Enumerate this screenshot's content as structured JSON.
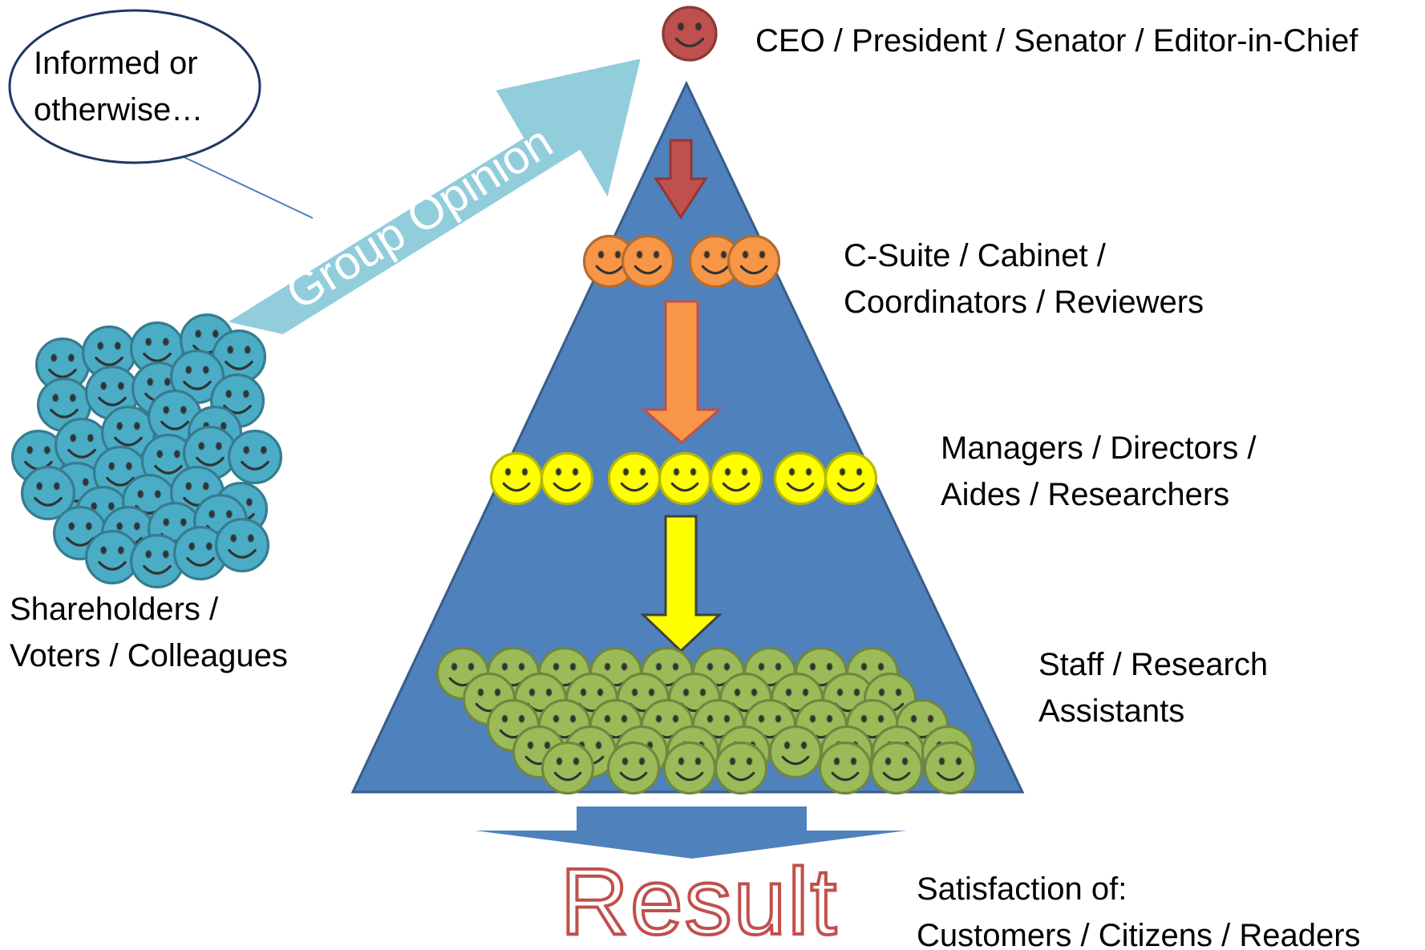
{
  "labels": {
    "top": "CEO / President / Senator / Editor-in-Chief",
    "level2_line1": "C-Suite / Cabinet /",
    "level2_line2": "Coordinators / Reviewers",
    "level3_line1": "Managers / Directors /",
    "level3_line2": "Aides / Researchers",
    "level4_line1": "Staff / Research",
    "level4_line2": "Assistants",
    "group_line1": "Shareholders /",
    "group_line2": "Voters / Colleagues",
    "satisfaction_line1": "Satisfaction of:",
    "satisfaction_line2": "Customers / Citizens / Readers"
  },
  "callout": {
    "line1": "Informed or",
    "line2": "otherwise…"
  },
  "group_arrow_label": "Group Opinion",
  "result": "Result",
  "colors": {
    "triangle": "#4f81bd",
    "triangle_border": "#385d8a",
    "top_person": "#c0504d",
    "level2": "#f79646",
    "level3": "#ffff00",
    "level4": "#9bbb59",
    "group": "#4bacc6",
    "group_arrow": "#92cddc",
    "result_outline": "#c0504d"
  }
}
